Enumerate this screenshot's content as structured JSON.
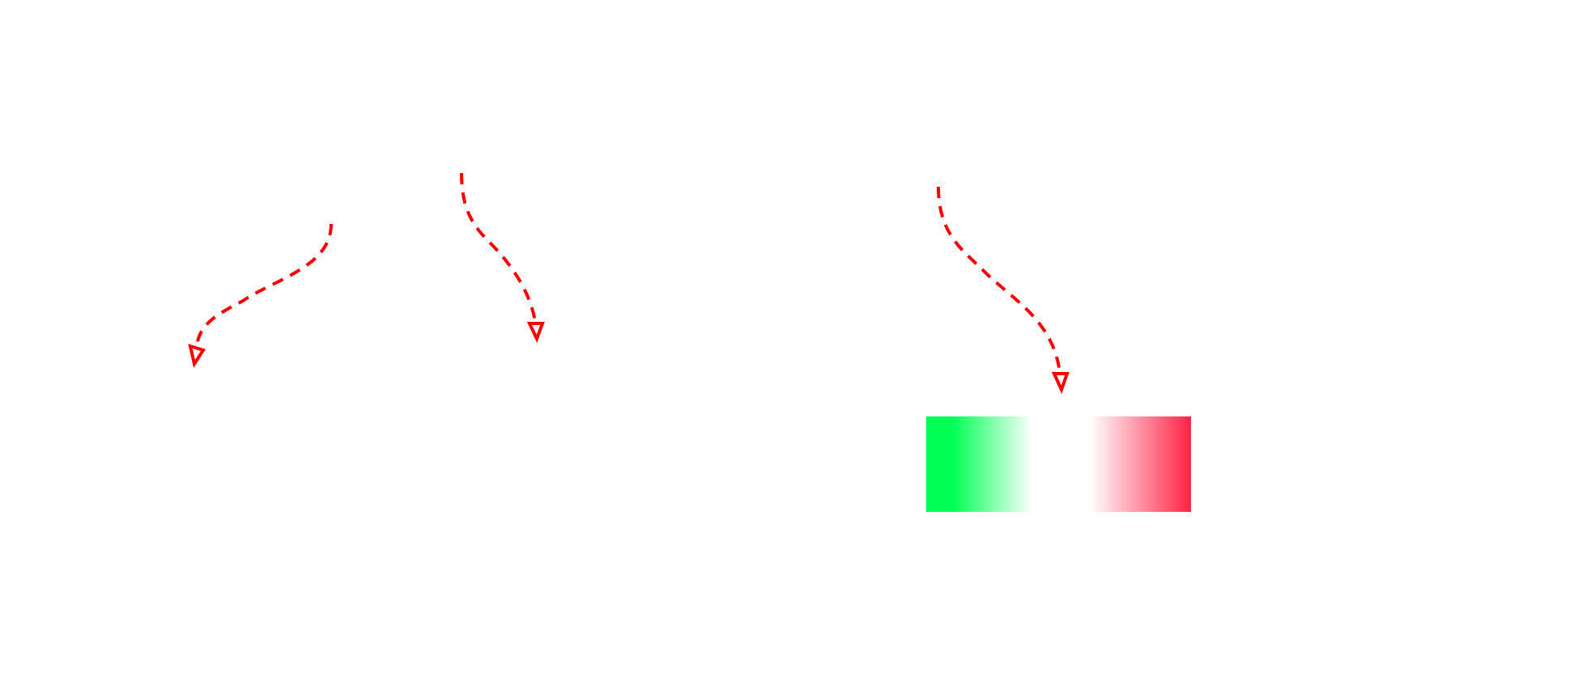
{
  "diagram": {
    "background": "#ffffff",
    "arrow_color": "#ff0000",
    "line_style": "dashed",
    "arrowhead_style": "open-triangle",
    "arrows": [
      {
        "name": "curved-arrow-left",
        "direction": "down-left"
      },
      {
        "name": "curved-arrow-middle",
        "direction": "down-right"
      },
      {
        "name": "curved-arrow-right",
        "direction": "down-right"
      }
    ],
    "gradient_bar": {
      "colors": [
        "#00ff55",
        "#ffffff",
        "#ffffff",
        "#ff2244"
      ],
      "description_visible": false
    }
  }
}
